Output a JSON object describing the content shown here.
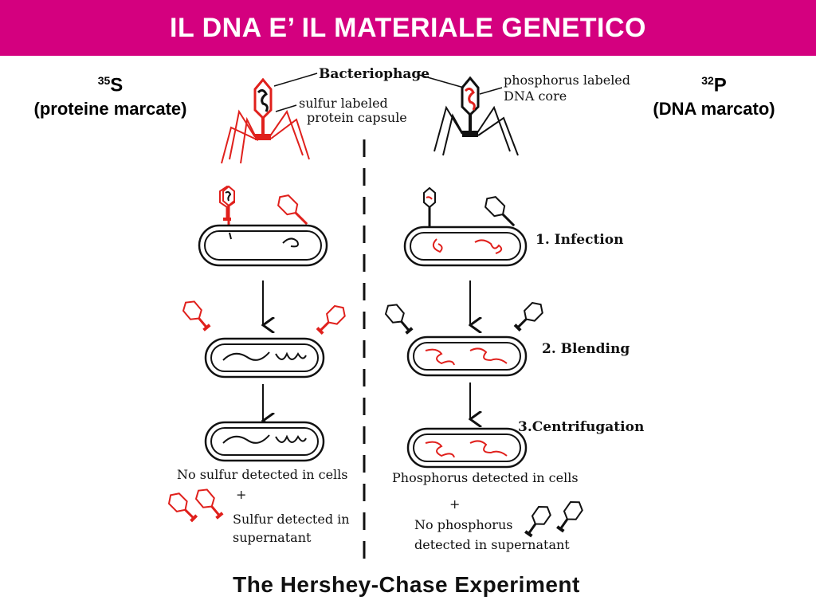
{
  "slide": {
    "title": "IL DNA E’ IL MATERIALE GENETICO",
    "accent_color": "#d4007f"
  },
  "isotopes": {
    "left": {
      "mass": "35",
      "symbol": "S",
      "label": "(proteine marcate)"
    },
    "right": {
      "mass": "32",
      "symbol": "P",
      "label": "(DNA marcato)"
    }
  },
  "diagram": {
    "bacteriophage_label": "Bacteriophage",
    "sulfur_label_line1": "sulfur labeled",
    "sulfur_label_line2": "protein capsule",
    "phosphorus_label_line1": "phosphorus labeled",
    "phosphorus_label_line2": "DNA core",
    "steps": [
      "1. Infection",
      "2. Blending",
      "3.Centrifugation"
    ],
    "left_result_line1": "No sulfur detected in cells",
    "left_plus": "+",
    "left_result_line2": "Sulfur detected in",
    "left_result_line3": "supernatant",
    "right_result_line1": "Phosphorus detected in cells",
    "right_plus": "+",
    "right_result_line2": "No phosphorus",
    "right_result_line3": "detected in supernatant",
    "label_color": "#e0201c"
  },
  "footer": {
    "caption": "The Hershey-Chase Experiment"
  }
}
